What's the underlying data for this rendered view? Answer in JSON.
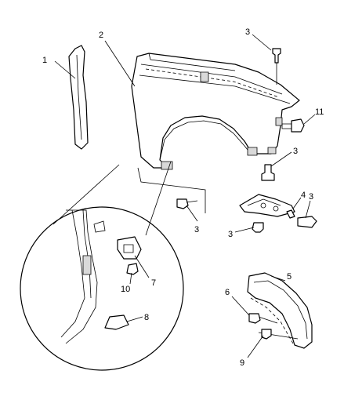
{
  "diagram": {
    "callouts": {
      "c1": "1",
      "c2": "2",
      "c3_top": "3",
      "c11": "11",
      "c3_fender_bottom": "3",
      "c4": "4",
      "c3_bracket_right": "3",
      "c3_lower_screw": "3",
      "c3_bracket_left": "3",
      "c5": "5",
      "c6": "6",
      "c9": "9",
      "c7": "7",
      "c10": "10",
      "c8": "8"
    }
  }
}
